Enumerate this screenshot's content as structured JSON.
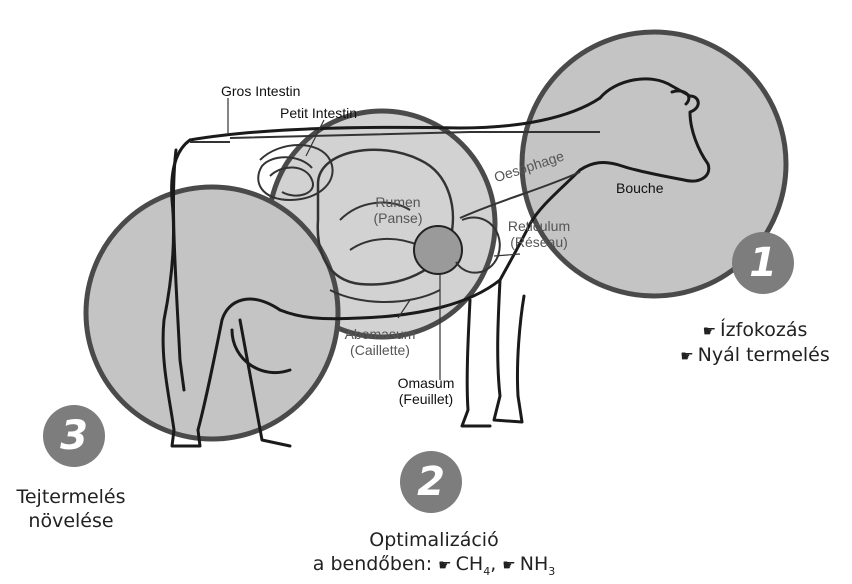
{
  "anatomy_labels": {
    "gros_intestin": "Gros Intestin",
    "petit_intestin": "Petit Intestin",
    "oesophage": "Oesophage",
    "bouche": "Bouche",
    "rumen": "Rumen",
    "rumen_fr": "(Panse)",
    "reticulum": "Reticulum",
    "reticulum_fr": "(Réseau)",
    "abomasum": "Abomasum",
    "abomasum_fr": "(Caillette)",
    "omasum": "Omasum",
    "omasum_fr": "(Feuillet)"
  },
  "badges": {
    "one": "1",
    "two": "2",
    "three": "3"
  },
  "callouts": {
    "one": {
      "line1": "Ízfokozás",
      "line2": "Nyál termelés"
    },
    "two": {
      "line1": "Optimalizáció",
      "line2_prefix": "a bendőben:",
      "ch": "CH",
      "ch_sub": "4",
      "sep": ",",
      "nh": "NH",
      "nh_sub": "3"
    },
    "three": {
      "line1": "Tejtermelés",
      "line2": "növelése"
    }
  },
  "icons": {
    "thumb": "thumbs-up-outline-icon"
  },
  "colors": {
    "circle_fill": "#bdbdbd",
    "circle_stroke": "#4a4a4a",
    "badge": "#7d7d7d"
  }
}
